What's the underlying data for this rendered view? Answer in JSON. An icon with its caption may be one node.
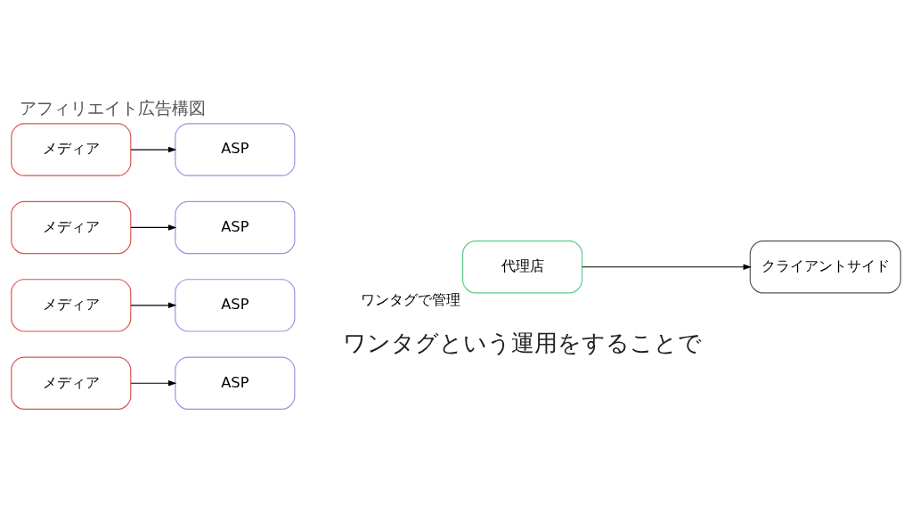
{
  "diagram": {
    "title": "アフィリエイト広告構図",
    "caption": "ワンタグという運用をすることで",
    "nodes": [
      {
        "text": [
          "メディア"
        ]
      },
      {
        "text": [
          "ASP"
        ]
      },
      {
        "text": [
          "メディア"
        ]
      },
      {
        "text": [
          "ASP"
        ]
      },
      {
        "text": [
          "メディア"
        ]
      },
      {
        "text": [
          "ASP"
        ]
      },
      {
        "text": [
          "メディア"
        ]
      },
      {
        "text": [
          "ASP"
        ]
      },
      {
        "text": [
          "代理店"
        ],
        "beside": [
          "ワンタグで管理"
        ]
      },
      {
        "text": [
          "クライアントサイド"
        ]
      }
    ],
    "edges": [
      {
        "from": 0,
        "to": 1,
        "arrow": "to"
      },
      {
        "from": 2,
        "to": 3,
        "arrow": "to"
      },
      {
        "from": 4,
        "to": 5,
        "arrow": "to"
      },
      {
        "from": 6,
        "to": 7,
        "arrow": "to"
      },
      {
        "from": 8,
        "to": 9,
        "arrow": "to"
      }
    ]
  }
}
